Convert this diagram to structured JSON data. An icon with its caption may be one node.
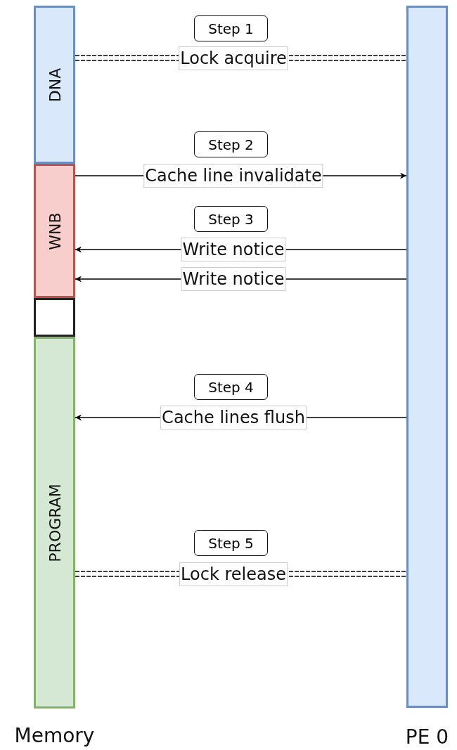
{
  "diagram": {
    "nodes": [
      {
        "text": [
          "Memory"
        ]
      },
      {
        "text": [
          "DNA"
        ],
        "in": 0
      },
      {
        "text": [
          "WNB"
        ],
        "in": 0
      },
      {
        "text": [],
        "shape": "box",
        "in": 0
      },
      {
        "text": [
          "PROGRAM"
        ],
        "in": 0
      },
      {
        "text": [
          "PE 0"
        ]
      },
      {
        "text": [
          "Step 1"
        ]
      },
      {
        "text": [
          "Step 2"
        ]
      },
      {
        "text": [
          "Step 3"
        ]
      },
      {
        "text": [
          "Step 4"
        ]
      },
      {
        "text": [
          "Step 5"
        ]
      }
    ],
    "edges": [
      {
        "from": 1,
        "to": 5,
        "arrow": "none",
        "label": "Lock acquire",
        "style": "dashed"
      },
      {
        "from": 2,
        "to": 5,
        "arrow": "to",
        "label": "Cache line invalidate"
      },
      {
        "from": 5,
        "to": 2,
        "arrow": "to",
        "label": "Write notice"
      },
      {
        "from": 5,
        "to": 2,
        "arrow": "to",
        "label": "Write notice"
      },
      {
        "from": 5,
        "to": 4,
        "arrow": "to",
        "label": "Cache lines flush"
      },
      {
        "from": 4,
        "to": 5,
        "arrow": "none",
        "label": "Lock release",
        "style": "dashed"
      }
    ]
  }
}
